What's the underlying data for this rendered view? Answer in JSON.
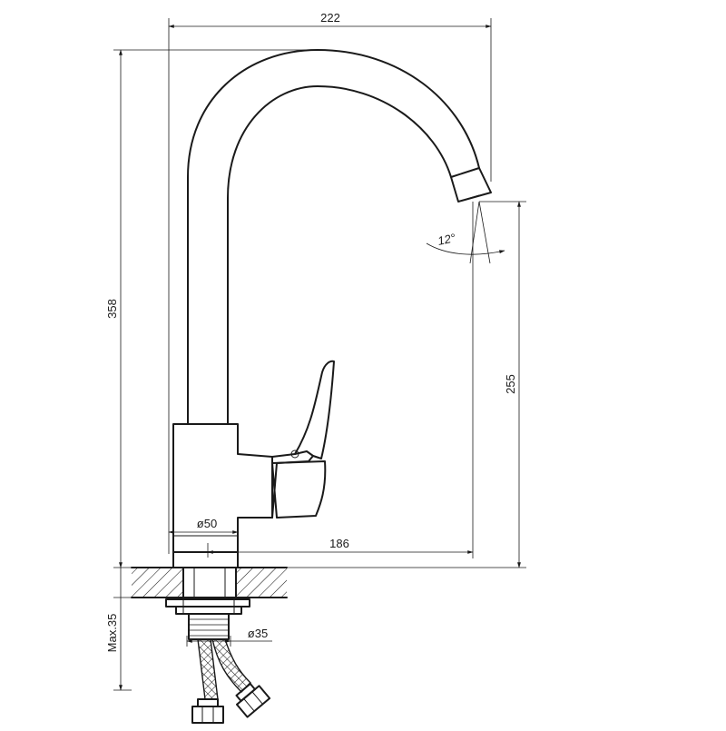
{
  "dimensions": {
    "overall_width": "222",
    "overall_height": "358",
    "spout_height": "255",
    "spout_reach": "186",
    "base_diameter": "ø50",
    "hole_diameter": "ø35",
    "max_thickness": "Max.35",
    "swivel_angle": "12°"
  },
  "colors": {
    "line": "#1a1a1a",
    "background": "#ffffff"
  }
}
